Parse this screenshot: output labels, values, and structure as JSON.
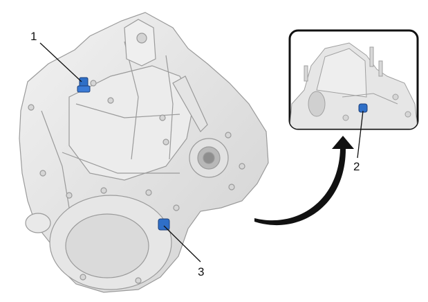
{
  "callouts": [
    {
      "id": "1",
      "label": "1"
    },
    {
      "id": "2",
      "label": "2"
    },
    {
      "id": "3",
      "label": "3"
    }
  ],
  "colors": {
    "part_highlight": "#2f6fc7",
    "casing": "#e3e3e3",
    "casing_edge": "#9a9a9a",
    "arrow": "#111111",
    "inset_frame": "#111111"
  },
  "icons": {
    "main_view": "gearbox-housing-illustration",
    "inset_view": "gearbox-rear-detail-illustration",
    "arrow": "curved-arrow-icon"
  }
}
